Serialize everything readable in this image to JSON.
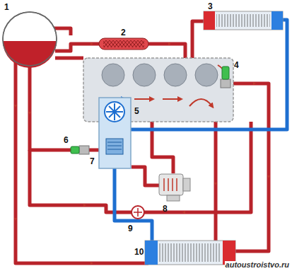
{
  "diagram": {
    "labels": [
      "1",
      "2",
      "3",
      "4",
      "5",
      "6",
      "7",
      "8",
      "9",
      "10",
      "autoustroistvo.ru"
    ]
  }
}
